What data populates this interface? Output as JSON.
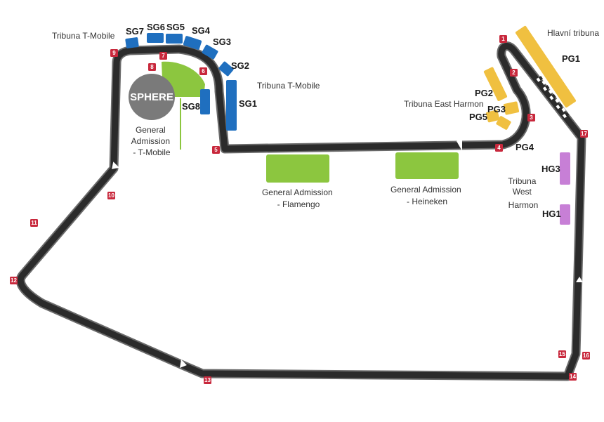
{
  "colors": {
    "track": "#2b2b2b",
    "track_edge": "#6a6a6a",
    "turn_marker": "#c8283c",
    "stand_blue": "#1f6fbf",
    "stand_yellow": "#f0c040",
    "stand_purple": "#c77fd6",
    "general_admission": "#8cc63f",
    "sphere": "#7a7a7a"
  },
  "stands": {
    "sg7": "SG7",
    "sg6": "SG6",
    "sg5": "SG5",
    "sg4": "SG4",
    "sg3": "SG3",
    "sg2": "SG2",
    "sg1": "SG1",
    "sg8": "SG8",
    "pg1": "PG1",
    "pg2": "PG2",
    "pg3": "PG3",
    "pg4": "PG4",
    "pg5": "PG5",
    "hg1": "HG1",
    "hg3": "HG3"
  },
  "labels": {
    "tribuna_tmobile_top": "Tribuna T-Mobile",
    "tribuna_tmobile_right": "Tribuna T-Mobile",
    "hlavni_tribuna": "Hlavní tribuna",
    "tribuna_east_harmon": "Tribuna East Harmon",
    "tribuna_west_harmon": [
      "Tribuna",
      "West",
      "Harmon"
    ],
    "ga_tmobile": [
      "General",
      "Admission",
      "- T-Mobile"
    ],
    "ga_flamengo": [
      "General Admission",
      "- Flamengo"
    ],
    "ga_heineken": [
      "General Admission",
      "- Heineken"
    ],
    "sphere": "SPHERE"
  },
  "turns": [
    "1",
    "2",
    "3",
    "4",
    "5",
    "6",
    "7",
    "8",
    "9",
    "10",
    "11",
    "12",
    "13",
    "14",
    "15",
    "16",
    "17"
  ],
  "icons": {
    "start_finish": "checkered-flag-icon",
    "direction": "direction-arrow-icon"
  }
}
